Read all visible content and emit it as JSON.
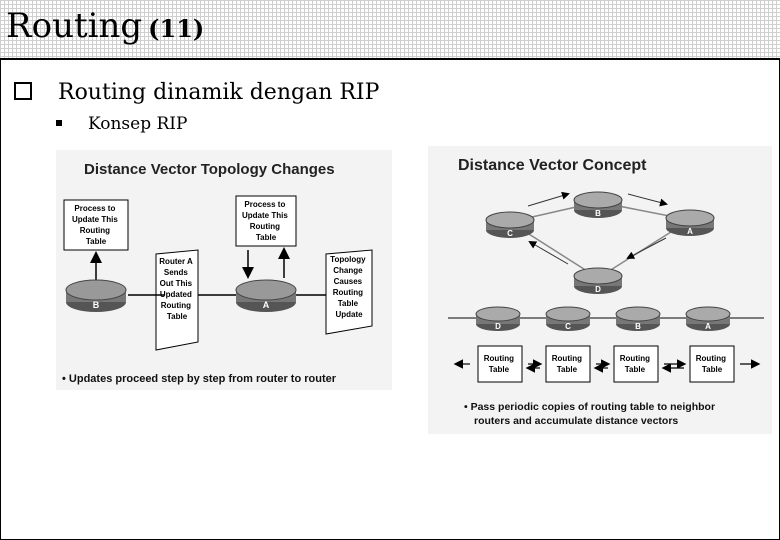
{
  "slide": {
    "title": "Routing",
    "title_number": "(11)",
    "bullet_main": "Routing dinamik dengan RIP",
    "bullet_sub": "Konsep RIP"
  },
  "left_figure": {
    "title": "Distance Vector Topology Changes",
    "box_process_left": [
      "Process to",
      "Update This",
      "Routing",
      "Table"
    ],
    "box_process_center": [
      "Process to",
      "Update This",
      "Routing",
      "Table"
    ],
    "box_router_a_sends": [
      "Router A",
      "Sends",
      "Out This",
      "Updated",
      "Routing",
      "Table"
    ],
    "box_topology": [
      "Topology",
      "Change",
      "Causes",
      "Routing",
      "Table",
      "Update"
    ],
    "router_b": "B",
    "router_a": "A",
    "caption": "• Updates proceed step by step from router to router"
  },
  "right_figure": {
    "title": "Distance Vector Concept",
    "routers_top": [
      "B",
      "C",
      "A",
      "D"
    ],
    "routers_row": [
      "D",
      "C",
      "B",
      "A"
    ],
    "tables": [
      [
        "Routing",
        "Table"
      ],
      [
        "Routing",
        "Table"
      ],
      [
        "Routing",
        "Table"
      ],
      [
        "Routing",
        "Table"
      ]
    ],
    "caption_line1": "• Pass periodic copies of routing table to neighbor",
    "caption_line2": "routers and accumulate distance vectors"
  },
  "colors": {
    "router_fill": "#6f6f6f",
    "panel_bg": "#f3f3f3"
  }
}
